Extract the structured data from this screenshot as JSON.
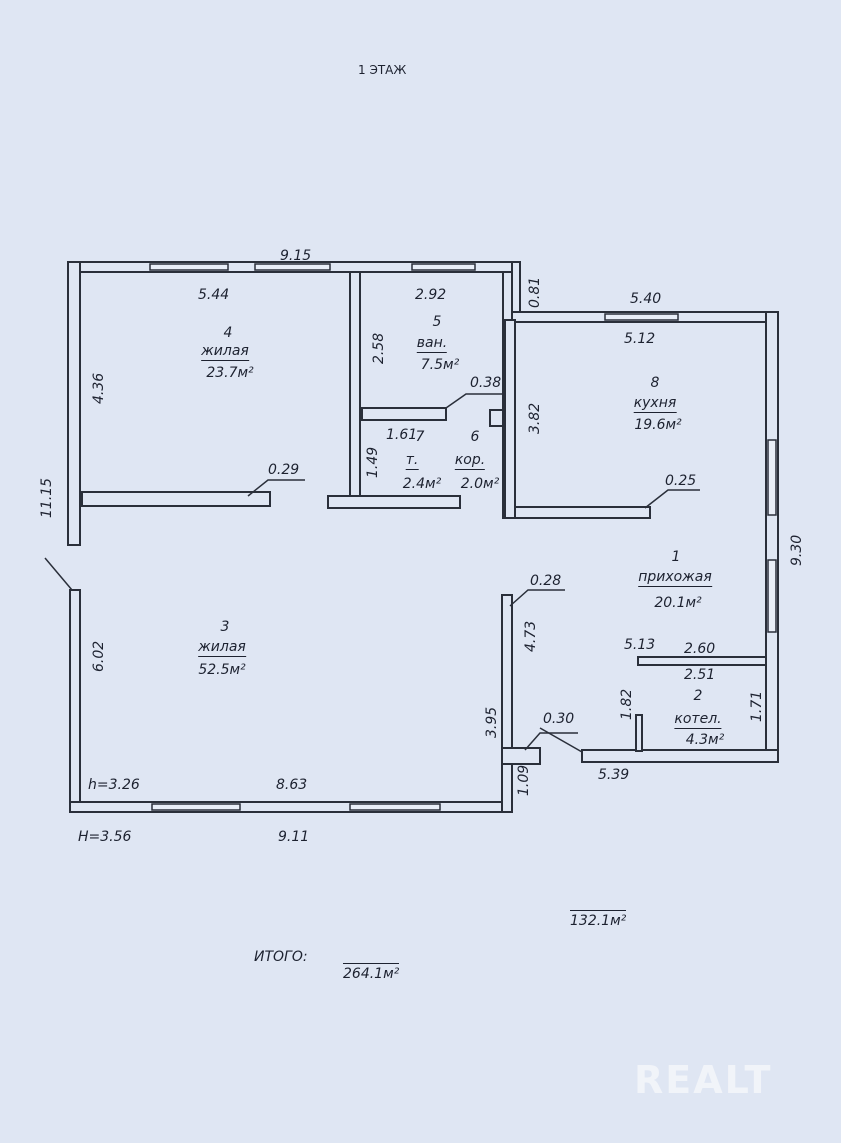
{
  "title": "1 ЭТАЖ",
  "rooms": [
    {
      "num": "1",
      "name": "прихожая",
      "area": "20.1м²"
    },
    {
      "num": "2",
      "name": "котел.",
      "area": "4.3м²"
    },
    {
      "num": "3",
      "name": "жилая",
      "area": "52.5м²"
    },
    {
      "num": "4",
      "name": "жилая",
      "area": "23.7м²"
    },
    {
      "num": "5",
      "name": "ван.",
      "area": "7.5м²"
    },
    {
      "num": "6",
      "name": "кор.",
      "area": "2.0м²"
    },
    {
      "num": "7",
      "name": "т.",
      "area": "2.4м²"
    },
    {
      "num": "8",
      "name": "кухня",
      "area": "19.6м²"
    }
  ],
  "dims": [
    "9.15",
    "5.44",
    "2.92",
    "0.81",
    "5.40",
    "5.12",
    "4.36",
    "2.58",
    "0.38",
    "1.61",
    "1.49",
    "3.82",
    "0.29",
    "0.25",
    "11.15",
    "9.30",
    "0.28",
    "6.02",
    "4.73",
    "5.13",
    "2.60",
    "2.51",
    "1.82",
    "1.71",
    "3.95",
    "0.30",
    "1.09",
    "5.39",
    "8.63",
    "9.11"
  ],
  "heights": {
    "inner": "h=3.26",
    "outer": "H=3.56"
  },
  "floor_total": "132.1м²",
  "total_label": "ИТОГО:",
  "total": "264.1м²",
  "watermark": "REALT"
}
